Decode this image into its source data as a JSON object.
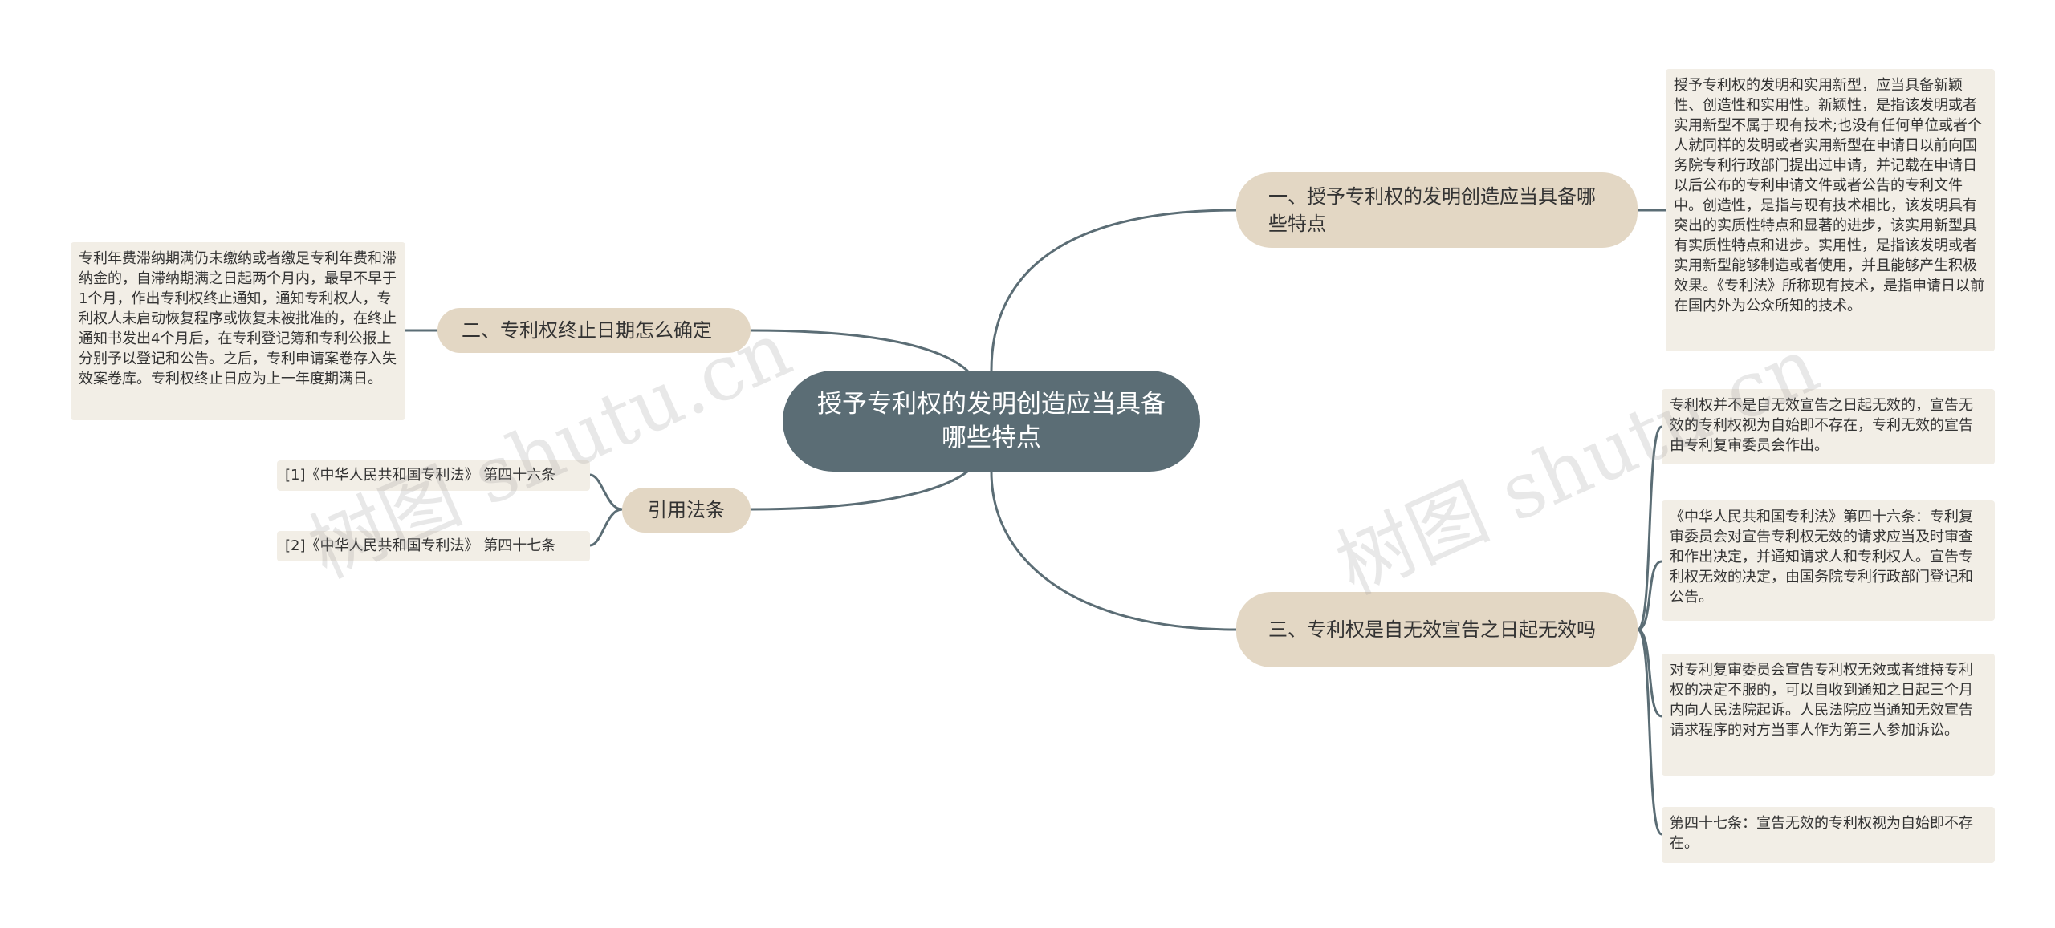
{
  "root": {
    "label": "授予专利权的发明创造应当具备哪些特点"
  },
  "branches": {
    "b1": {
      "label": "一、授予专利权的发明创造应当具备哪些特点",
      "leaves": [
        "授予专利权的发明和实用新型，应当具备新颖性、创造性和实用性。新颖性，是指该发明或者实用新型不属于现有技术;也没有任何单位或者个人就同样的发明或者实用新型在申请日以前向国务院专利行政部门提出过申请，并记载在申请日以后公布的专利申请文件或者公告的专利文件中。创造性，是指与现有技术相比，该发明具有突出的实质性特点和显著的进步，该实用新型具有实质性特点和进步。实用性，是指该发明或者实用新型能够制造或者使用，并且能够产生积极效果。《专利法》所称现有技术，是指申请日以前在国内外为公众所知的技术。"
      ]
    },
    "b2": {
      "label": "二、专利权终止日期怎么确定",
      "leaves": [
        "专利年费滞纳期满仍未缴纳或者缴足专利年费和滞纳金的，自滞纳期满之日起两个月内，最早不早于1个月，作出专利权终止通知，通知专利权人，专利权人未启动恢复程序或恢复未被批准的，在终止通知书发出4个月后，在专利登记簿和专利公报上分别予以登记和公告。之后，专利申请案卷存入失效案卷库。专利权终止日应为上一年度期满日。"
      ]
    },
    "b3": {
      "label": "引用法条",
      "leaves": [
        "[1]《中华人民共和国专利法》 第四十六条",
        "[2]《中华人民共和国专利法》 第四十七条"
      ]
    },
    "b4": {
      "label": "三、专利权是自无效宣告之日起无效吗",
      "leaves": [
        "专利权并不是自无效宣告之日起无效的，宣告无效的专利权视为自始即不存在，专利无效的宣告由专利复审委员会作出。",
        "《中华人民共和国专利法》第四十六条：专利复审委员会对宣告专利权无效的请求应当及时审查和作出决定，并通知请求人和专利权人。宣告专利权无效的决定，由国务院专利行政部门登记和公告。",
        "对专利复审委员会宣告专利权无效或者维持专利权的决定不服的，可以自收到通知之日起三个月内向人民法院起诉。人民法院应当通知无效宣告请求程序的对方当事人作为第三人参加诉讼。",
        "第四十七条：宣告无效的专利权视为自始即不存在。"
      ]
    }
  },
  "watermarks": [
    "树图 shutu.cn",
    "树图 shutu.cn"
  ],
  "colors": {
    "root": "#5b6d75",
    "branch": "#e3d7c4",
    "leaf": "#f2eee6",
    "line": "#5b6d75"
  }
}
